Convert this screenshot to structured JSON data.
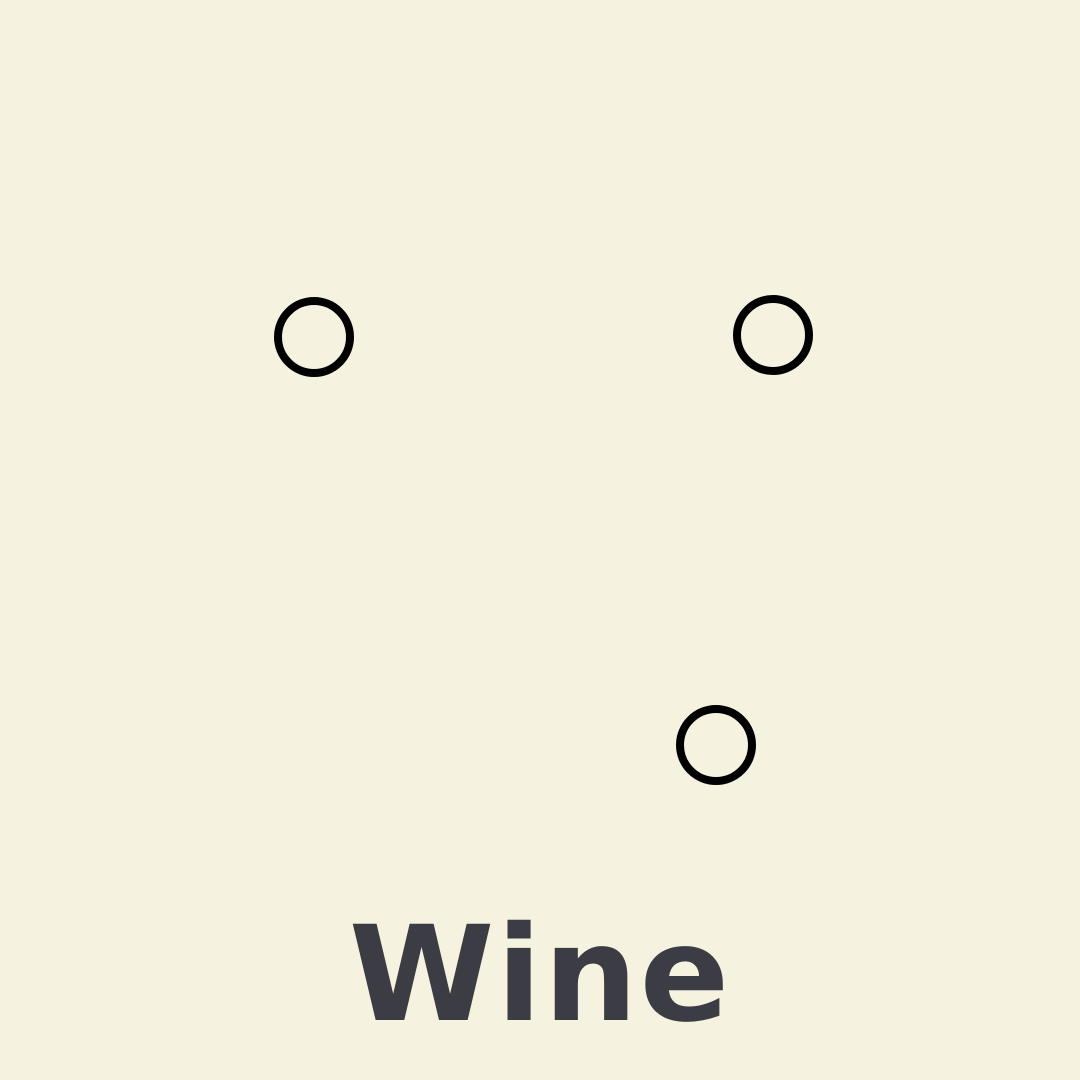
{
  "colors": {
    "background": "#F5F2E0",
    "circle_stroke": "#000000",
    "label_text": "#3C3D44"
  },
  "targets": [
    {
      "shape": "circle",
      "style": "outline"
    },
    {
      "shape": "circle",
      "style": "outline"
    },
    {
      "shape": "circle",
      "style": "outline"
    }
  ],
  "word": "Wine"
}
